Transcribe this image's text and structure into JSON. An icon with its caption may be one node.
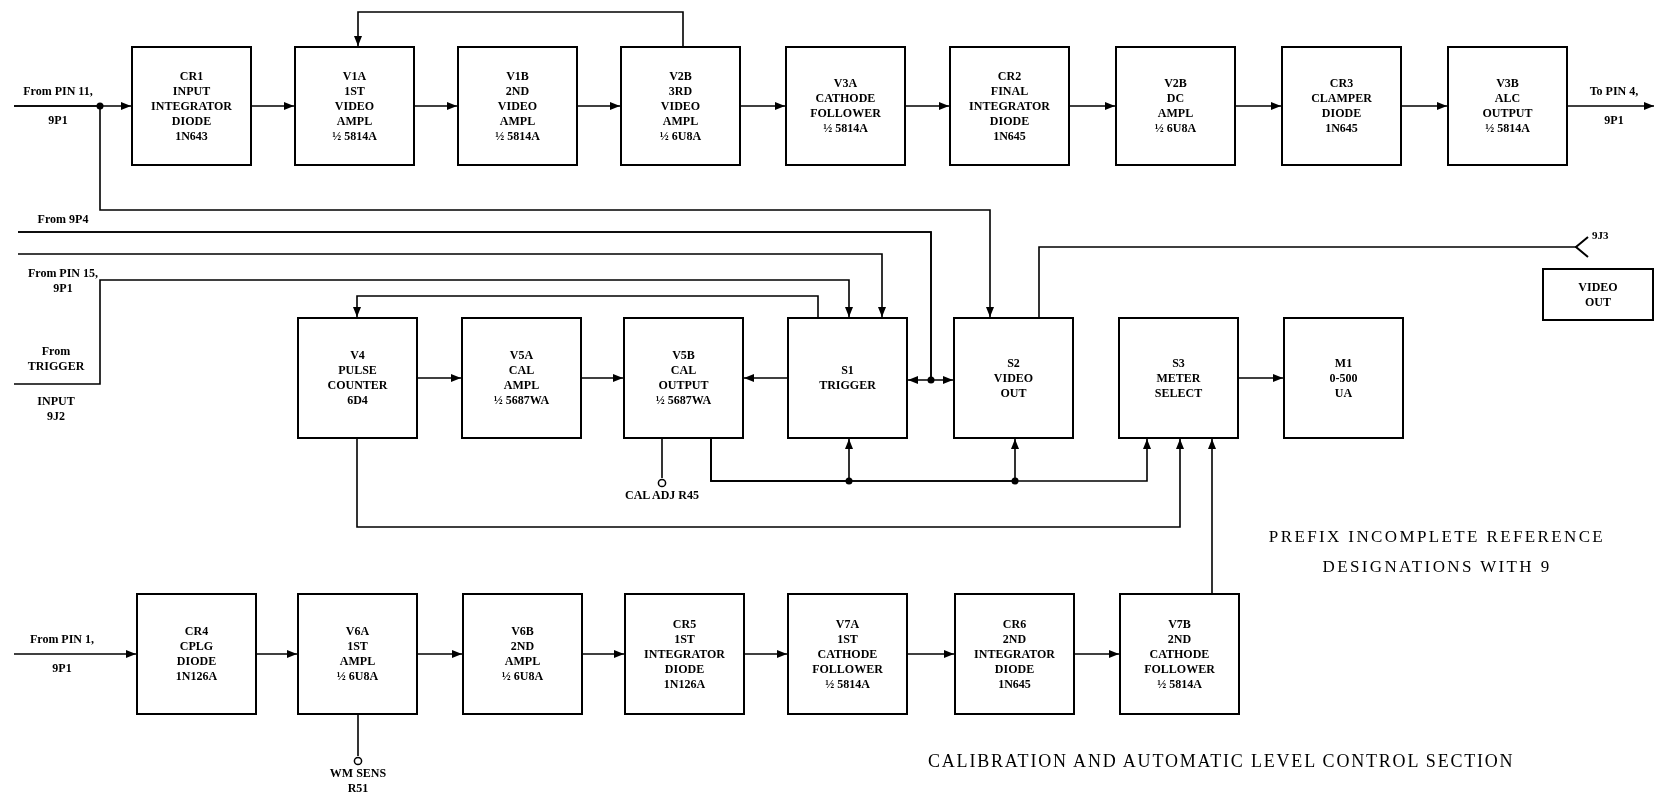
{
  "diagram": {
    "caption": "CALIBRATION AND AUTOMATIC LEVEL CONTROL SECTION",
    "nodes": [
      {
        "text": [
          "From PIN 11,",
          "9P1"
        ]
      },
      {
        "text": [
          "CR1",
          "INPUT",
          "INTEGRATOR",
          "DIODE",
          "1N643"
        ]
      },
      {
        "text": [
          "V1A",
          "1ST",
          "VIDEO",
          "AMPL",
          "½ 5814A"
        ]
      },
      {
        "text": [
          "V1B",
          "2ND",
          "VIDEO",
          "AMPL",
          "½ 5814A"
        ]
      },
      {
        "text": [
          "V2B",
          "3RD",
          "VIDEO",
          "AMPL",
          "½ 6U8A"
        ]
      },
      {
        "text": [
          "V3A",
          "CATHODE",
          "FOLLOWER",
          "½ 5814A"
        ]
      },
      {
        "text": [
          "CR2",
          "FINAL",
          "INTEGRATOR",
          "DIODE",
          "1N645"
        ]
      },
      {
        "text": [
          "V2B",
          "DC",
          "AMPL",
          "½ 6U8A"
        ]
      },
      {
        "text": [
          "CR3",
          "CLAMPER",
          "DIODE",
          "1N645"
        ]
      },
      {
        "text": [
          "V3B",
          "ALC",
          "OUTPUT",
          "½ 5814A"
        ]
      },
      {
        "text": [
          "To PIN 4,",
          "9P1"
        ]
      },
      {
        "text": [
          "From 9P4"
        ]
      },
      {
        "text": [
          "From PIN 15,",
          "9P1"
        ]
      },
      {
        "text": [
          "From",
          "TRIGGER",
          "INPUT",
          "9J2"
        ]
      },
      {
        "text": [
          "9J3"
        ]
      },
      {
        "text": [
          "VIDEO",
          "OUT"
        ]
      },
      {
        "text": [
          "V4",
          "PULSE",
          "COUNTER",
          "6D4"
        ]
      },
      {
        "text": [
          "V5A",
          "CAL",
          "AMPL",
          "½ 5687WA"
        ]
      },
      {
        "text": [
          "V5B",
          "CAL",
          "OUTPUT",
          "½ 5687WA"
        ]
      },
      {
        "text": [
          "S1",
          "TRIGGER"
        ]
      },
      {
        "text": [
          "S2",
          "VIDEO",
          "OUT"
        ]
      },
      {
        "text": [
          "S3",
          "METER",
          "SELECT"
        ]
      },
      {
        "text": [
          "M1",
          "0-500",
          "UA"
        ]
      },
      {
        "text": [
          "CAL ADJ R45"
        ]
      },
      {
        "text": [
          "From PIN 1,",
          "9P1"
        ]
      },
      {
        "text": [
          "CR4",
          "CPLG",
          "DIODE",
          "1N126A"
        ]
      },
      {
        "text": [
          "V6A",
          "1ST",
          "AMPL",
          "½ 6U8A"
        ]
      },
      {
        "text": [
          "V6B",
          "2ND",
          "AMPL",
          "½ 6U8A"
        ]
      },
      {
        "text": [
          "CR5",
          "1ST",
          "INTEGRATOR",
          "DIODE",
          "1N126A"
        ]
      },
      {
        "text": [
          "V7A",
          "1ST",
          "CATHODE",
          "FOLLOWER",
          "½ 5814A"
        ]
      },
      {
        "text": [
          "CR6",
          "2ND",
          "INTEGRATOR",
          "DIODE",
          "1N645"
        ]
      },
      {
        "text": [
          "V7B",
          "2ND",
          "CATHODE",
          "FOLLOWER",
          "½ 5814A"
        ]
      },
      {
        "text": [
          "WM SENS",
          "R51"
        ]
      }
    ],
    "edges": [
      {
        "from": 0,
        "to": 1,
        "arrow": "to"
      },
      {
        "from": 1,
        "to": 2,
        "arrow": "to"
      },
      {
        "from": 2,
        "to": 3,
        "arrow": "to"
      },
      {
        "from": 3,
        "to": 4,
        "arrow": "to"
      },
      {
        "from": 4,
        "to": 5,
        "arrow": "to"
      },
      {
        "from": 5,
        "to": 6,
        "arrow": "to"
      },
      {
        "from": 6,
        "to": 7,
        "arrow": "to"
      },
      {
        "from": 7,
        "to": 8,
        "arrow": "to"
      },
      {
        "from": 8,
        "to": 9,
        "arrow": "to"
      },
      {
        "from": 9,
        "to": 10,
        "arrow": "to"
      },
      {
        "from": 4,
        "to": 2,
        "arrow": "to"
      },
      {
        "from": 0,
        "to": 20,
        "arrow": "to"
      },
      {
        "from": 11,
        "to": 19,
        "arrow": "to"
      },
      {
        "from": 11,
        "to": 20,
        "arrow": "to"
      },
      {
        "from": 12,
        "to": 19,
        "arrow": "to"
      },
      {
        "from": 13,
        "to": 19,
        "arrow": "to"
      },
      {
        "from": 19,
        "to": 16,
        "arrow": "to"
      },
      {
        "from": 16,
        "to": 17,
        "arrow": "to"
      },
      {
        "from": 17,
        "to": 18,
        "arrow": "to"
      },
      {
        "from": 19,
        "to": 18,
        "arrow": "to"
      },
      {
        "from": 20,
        "to": 14,
        "arrow": "other"
      },
      {
        "from": 18,
        "to": 23,
        "arrow": "none"
      },
      {
        "from": 18,
        "to": 19,
        "arrow": "to"
      },
      {
        "from": 18,
        "to": 20,
        "arrow": "to"
      },
      {
        "from": 18,
        "to": 21,
        "arrow": "to"
      },
      {
        "from": 16,
        "to": 21,
        "arrow": "to"
      },
      {
        "from": 31,
        "to": 21,
        "arrow": "to"
      },
      {
        "from": 21,
        "to": 22,
        "arrow": "to"
      },
      {
        "from": 24,
        "to": 25,
        "arrow": "to"
      },
      {
        "from": 25,
        "to": 26,
        "arrow": "to"
      },
      {
        "from": 26,
        "to": 27,
        "arrow": "to"
      },
      {
        "from": 27,
        "to": 28,
        "arrow": "to"
      },
      {
        "from": 28,
        "to": 29,
        "arrow": "to"
      },
      {
        "from": 29,
        "to": 30,
        "arrow": "to"
      },
      {
        "from": 30,
        "to": 31,
        "arrow": "to"
      },
      {
        "from": 26,
        "to": 32,
        "arrow": "none"
      }
    ],
    "labels": [
      "PREFIX INCOMPLETE REFERENCE DESIGNATIONS WITH 9"
    ]
  }
}
